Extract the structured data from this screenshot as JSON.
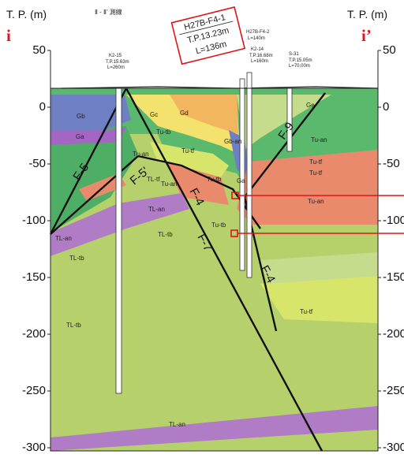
{
  "axis": {
    "unit_left": "T. P. (m)",
    "unit_right": "T. P. (m)",
    "ticks": [
      "50",
      "0",
      "-50",
      "-100",
      "-150",
      "-200",
      "-250",
      "-300"
    ]
  },
  "section": {
    "mark_left": "i",
    "mark_right": "i’",
    "line_label": "Ⅱ - Ⅱ’ 測線"
  },
  "callout": {
    "line1": "H27B-F4-1",
    "line2": "T.P.13.23m",
    "line3": "L=136m"
  },
  "boreholes": [
    {
      "name": "K2-15",
      "tp": "T.P.15.63m",
      "len": "L=260m"
    },
    {
      "name": "H27B-F4-2",
      "len": "L=140m"
    },
    {
      "name": "K2-14",
      "tp": "T.P.16.68m",
      "len": "L=160m"
    },
    {
      "name": "S-31",
      "tp": "T.P.15.05m",
      "len": "L=70.00m"
    }
  ],
  "faults": [
    "F-5",
    "F-5'",
    "F-4",
    "F-7",
    "F-4",
    "F-9"
  ],
  "units": [
    "Gb",
    "Ga",
    "Gc",
    "Gd",
    "Ge",
    "Tu-tb",
    "Tu-tf",
    "Tu-an",
    "Gb-an",
    "Tu-an",
    "Tu-tb",
    "TL-tf",
    "TL-an",
    "TL-tb",
    "TL-an",
    "TL-tb",
    "TL-tb",
    "Tu-tb",
    "Ga",
    "Tu-an",
    "Tu-tf",
    "Tu-tf",
    "TL-an",
    "Tu-an",
    "Tu-tf"
  ],
  "colors": {
    "Gb": "#6f7fc4",
    "Ga": "#a366c2",
    "Gc": "#f3e36e",
    "Gd": "#f2b75e",
    "Ge": "#c5dc8d",
    "Tu_tb": "#5bb96e",
    "Tu_tf": "#d7e66a",
    "Tu_an": "#e98a6c",
    "TL_tb": "#b6d16c",
    "TL_an": "#b17cc6",
    "fault": "#111111",
    "marker": "#e0141a"
  }
}
